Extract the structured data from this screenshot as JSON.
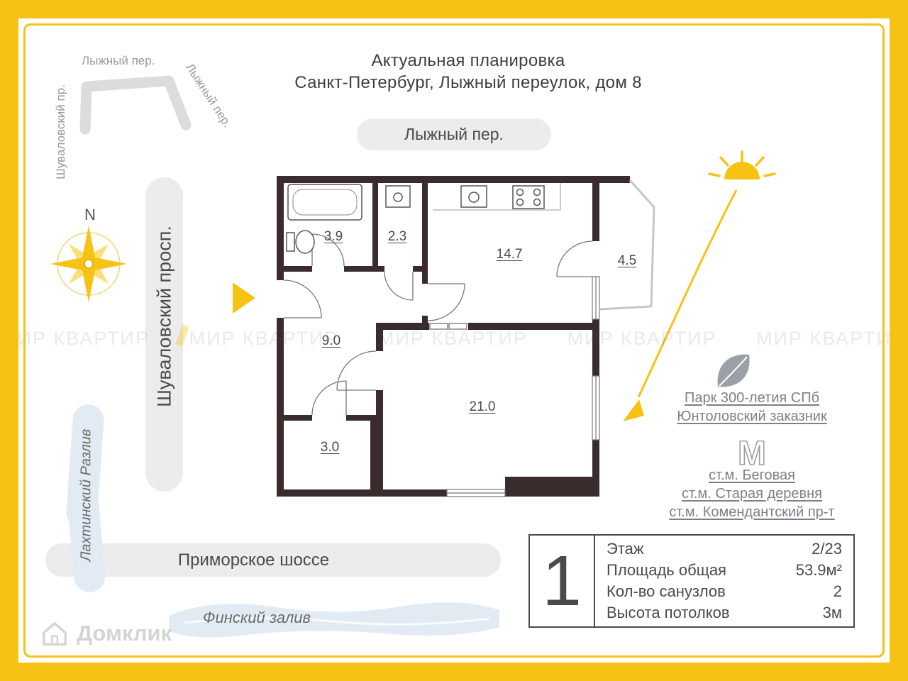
{
  "colors": {
    "accent_yellow": "#F6C315",
    "wall_dark": "#3A2C2C",
    "band_gray": "#ECECEC",
    "water_blue": "#E2EBF3",
    "text_dark": "#4A4A4A",
    "link_gray": "#7B8188"
  },
  "title": {
    "line1": "Актуальная планировка",
    "line2": "Санкт-Петербург, Лыжный переулок, дом 8"
  },
  "map": {
    "compass": "N",
    "street_small_top": "Лыжный пер.",
    "street_small_diagonal": "Лыжный пер.",
    "street_small_left": "Шуваловский пр.",
    "street_band_top": "Лыжный пер.",
    "avenue_band_left": "Шуваловский просп.",
    "highway_band_bottom": "Приморское шоссе",
    "gulf_bottom": "Финский залив",
    "lake_left": "Лахтинский Разлив"
  },
  "plan": {
    "rooms": {
      "bathroom": "3.9",
      "wc": "2.3",
      "kitchen": "14.7",
      "balcony": "4.5",
      "hallway": "9.0",
      "living": "21.0",
      "storage": "3.0"
    }
  },
  "landmarks": {
    "park": [
      "Парк 300-летия СПб",
      "Юнтоловский заказник"
    ],
    "metro": [
      "ст.м. Беговая",
      "ст.м. Старая деревня",
      "ст.м. Комендантский пр-т"
    ]
  },
  "info": {
    "rooms_count": "1",
    "rows": [
      {
        "label": "Этаж",
        "value": "2/23"
      },
      {
        "label": "Площадь общая",
        "value": "53.9м²"
      },
      {
        "label": "Кол-во санузлов",
        "value": "2"
      },
      {
        "label": "Высота потолков",
        "value": "3м"
      }
    ]
  },
  "watermark": "МИР КВАРТИР",
  "brand": "Домклик"
}
